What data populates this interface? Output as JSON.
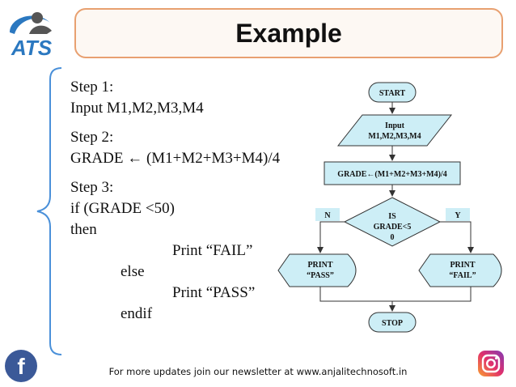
{
  "logo": {
    "text": "ATS"
  },
  "title": "Example",
  "steps": {
    "step1_label": "Step 1:",
    "step1_text": "Input M1,M2,M3,M4",
    "step2_label": "Step 2:",
    "step2_text": "GRADE ← (M1+M2+M3+M4)/4",
    "step3_label": "Step 3:",
    "if_line": "if (GRADE <50)",
    "then_line": "then",
    "print_fail": "Print “FAIL”",
    "else_line": "else",
    "print_pass": "Print “PASS”",
    "endif_line": "endif"
  },
  "flowchart": {
    "start": "START",
    "input_line1": "Input",
    "input_line2": "M1,M2,M3,M4",
    "process": "GRADE←(M1+M2+M3+M4)/4",
    "decision_line1": "IS",
    "decision_line2": "GRADE<5",
    "decision_line3": "0",
    "no_label": "N",
    "yes_label": "Y",
    "pass_line1": "PRINT",
    "pass_line2": "“PASS”",
    "fail_line1": "PRINT",
    "fail_line2": "“FAIL”",
    "stop": "STOP"
  },
  "footer": "For more updates join our newsletter at www.anjalitechnosoft.in",
  "social": {
    "facebook_glyph": "f"
  },
  "colors": {
    "shape_fill": "#cdeef6",
    "title_border": "#e8a070",
    "brace": "#4a90d9",
    "facebook": "#3b5998"
  }
}
